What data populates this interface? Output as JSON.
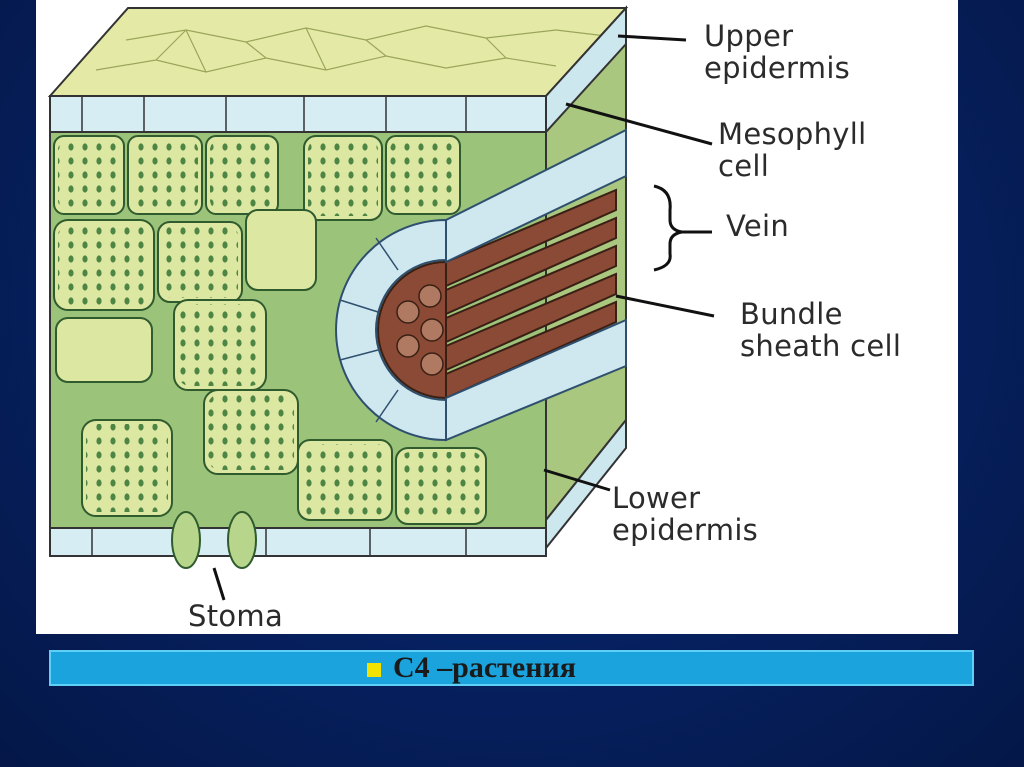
{
  "diagram": {
    "labels": {
      "upper_epidermis": [
        "Upper",
        "epidermis"
      ],
      "mesophyll_cell": [
        "Mesophyll",
        "cell"
      ],
      "vein": "Vein",
      "bundle_sheath_cell": [
        "Bundle",
        "sheath cell"
      ],
      "lower_epidermis": [
        "Lower",
        "epidermis"
      ],
      "stoma": "Stoma"
    }
  },
  "caption": {
    "text": "C4 –растения"
  },
  "colors": {
    "background": "#06205f",
    "caption_bar": "#1aa3dd",
    "bullet": "#f2e200",
    "mesophyll": "#dfe9a8",
    "bundle_sheath": "#cfe8f0",
    "vein": "#8a4a36"
  }
}
